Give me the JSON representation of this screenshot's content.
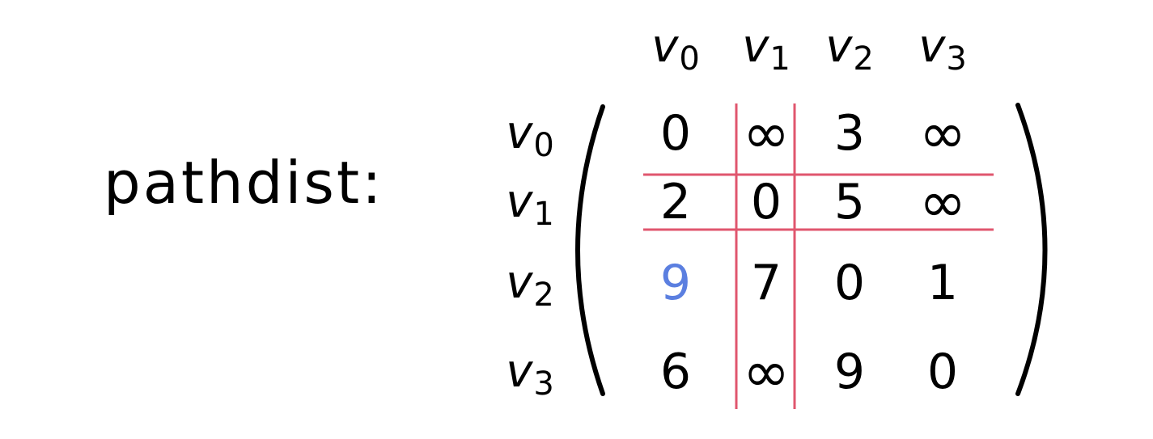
{
  "label": "pathdist:",
  "col_headers": [
    {
      "var": "v",
      "sub": "0"
    },
    {
      "var": "v",
      "sub": "1"
    },
    {
      "var": "v",
      "sub": "2"
    },
    {
      "var": "v",
      "sub": "3"
    }
  ],
  "row_headers": [
    {
      "var": "v",
      "sub": "0"
    },
    {
      "var": "v",
      "sub": "1"
    },
    {
      "var": "v",
      "sub": "2"
    },
    {
      "var": "v",
      "sub": "3"
    }
  ],
  "matrix": [
    [
      "0",
      "∞",
      "3",
      "∞"
    ],
    [
      "2",
      "0",
      "5",
      "∞"
    ],
    [
      "9",
      "7",
      "0",
      "1"
    ],
    [
      "6",
      "∞",
      "9",
      "0"
    ]
  ],
  "colors": {
    "ink": "#000000",
    "highlight_lines": "#e0566e",
    "highlight_value": "#5b7fe0"
  },
  "highlighted_cell": {
    "row": 2,
    "col": 0
  },
  "highlighted_row": 1,
  "highlighted_col": 1
}
